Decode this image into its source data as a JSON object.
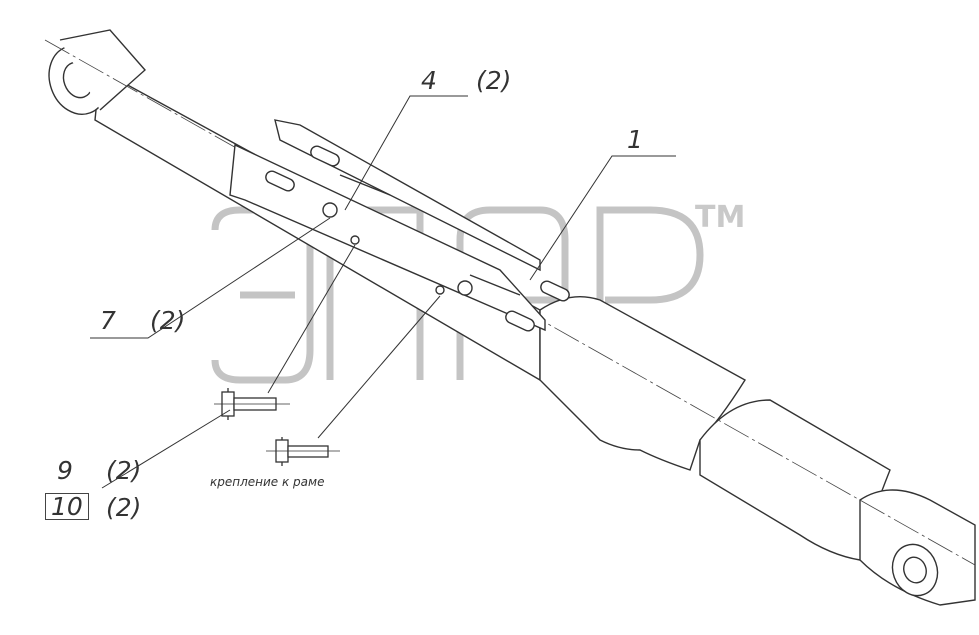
{
  "callouts": {
    "part4": "4",
    "part4_qty": "(2)",
    "part1": "1",
    "part7": "7",
    "part7_qty": "(2)",
    "part9": "9",
    "part9_qty": "(2)",
    "part10": "10",
    "part10_qty": "(2)"
  },
  "note": "крепление к раме",
  "watermark": {
    "text": "элер",
    "trademark": "TM"
  }
}
